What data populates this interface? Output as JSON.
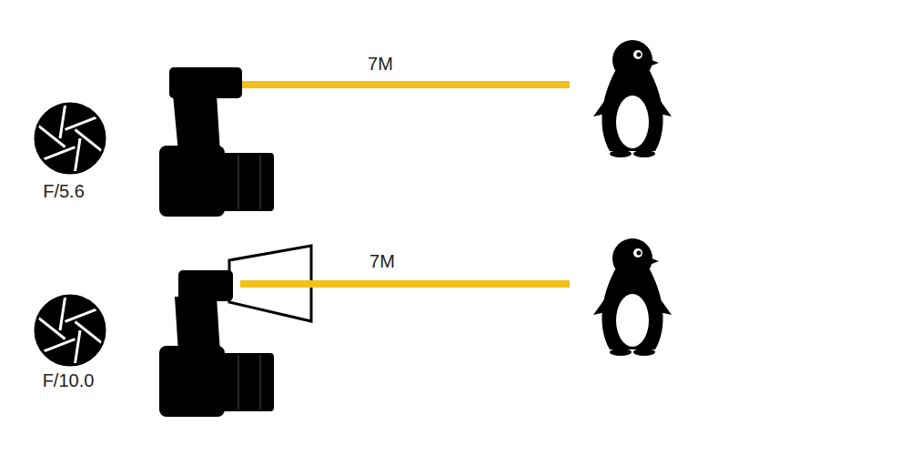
{
  "diagram": {
    "labels": [
      "7M",
      "F/5.6",
      "7M",
      "F/10.0"
    ]
  }
}
